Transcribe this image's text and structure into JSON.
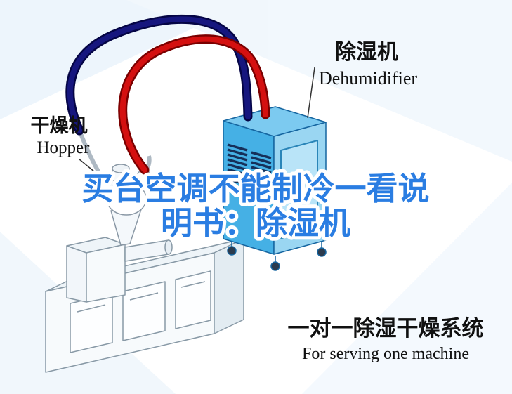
{
  "labels": {
    "dehumidifier": {
      "cn": "除湿机",
      "en": "Dehumidifier"
    },
    "hopper": {
      "cn": "干燥机",
      "en": "Hopper"
    },
    "headline": {
      "line1": "买台空调不能制冷一看说",
      "line2": "明书：除湿机"
    },
    "footer": {
      "cn": "一对一除湿干燥系统",
      "en": "For serving one machine"
    }
  },
  "colors": {
    "headline_blue": "#2a7de2",
    "hose_red": "#d41010",
    "hose_red_dark": "#7a0000",
    "hose_blue": "#16167e",
    "hose_blue_dark": "#050545",
    "dehumidifier_front": "#45b0e5",
    "dehumidifier_side": "#9ad6f2",
    "dehumidifier_top": "#7ccaf0",
    "vent_slat": "#16305a",
    "label_text": "#111111",
    "background_sweep": "#e7f2fb"
  }
}
